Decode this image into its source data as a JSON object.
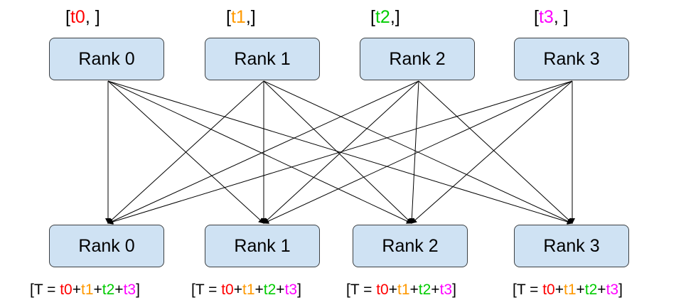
{
  "colors": {
    "t0": "#ff0000",
    "t1": "#ff9900",
    "t2": "#00cc00",
    "t3": "#ff00ff",
    "box_fill": "#cfe2f3",
    "box_border": "#3c4043",
    "edge": "#000000"
  },
  "top_ranks": [
    {
      "label": "Rank 0",
      "tensor": "t0",
      "tensor_label": {
        "open": "[",
        "var": "t0",
        "rest": ", ]"
      }
    },
    {
      "label": "Rank 1",
      "tensor": "t1",
      "tensor_label": {
        "open": "[",
        "var": "t1",
        "rest": ",]"
      }
    },
    {
      "label": "Rank 2",
      "tensor": "t2",
      "tensor_label": {
        "open": "[",
        "var": "t2",
        "rest": ",]"
      }
    },
    {
      "label": "Rank 3",
      "tensor": "t3",
      "tensor_label": {
        "open": "[",
        "var": "t3",
        "rest": ", ]"
      }
    }
  ],
  "bottom_ranks": [
    {
      "label": "Rank 0"
    },
    {
      "label": "Rank 1"
    },
    {
      "label": "Rank 2"
    },
    {
      "label": "Rank 3"
    }
  ],
  "result_label": {
    "prefix": "[T = ",
    "t0": "t0",
    "t1": "t1",
    "t2": "t2",
    "t3": "t3",
    "plus": "+",
    "suffix": "]"
  }
}
